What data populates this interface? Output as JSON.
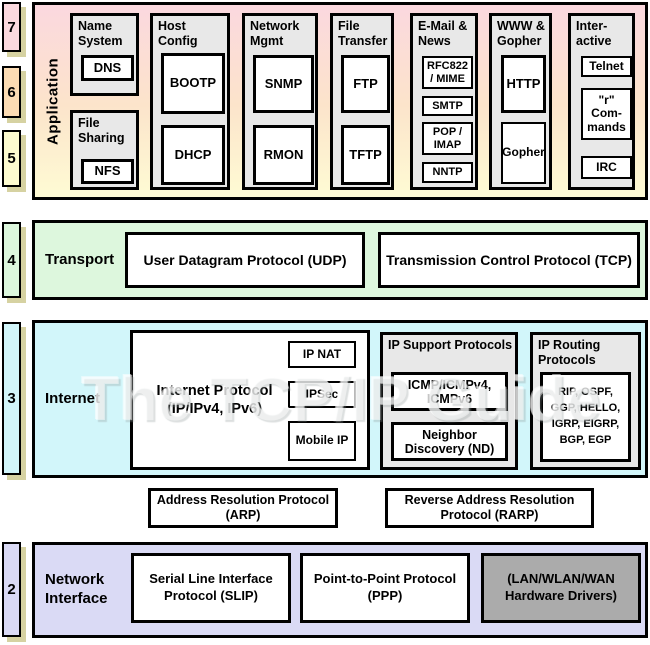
{
  "watermark": "The TCP/IP Guide",
  "layer_numbers": [
    "7",
    "6",
    "5",
    "4",
    "3",
    "2"
  ],
  "application": {
    "label": "Application",
    "groups": [
      {
        "title": "Name System",
        "protocols": [
          "DNS"
        ]
      },
      {
        "title": "File Sharing",
        "protocols": [
          "NFS"
        ]
      },
      {
        "title": "Host Config",
        "protocols": [
          "BOOTP",
          "DHCP"
        ]
      },
      {
        "title": "Network Mgmt",
        "protocols": [
          "SNMP",
          "RMON"
        ]
      },
      {
        "title": "File Transfer",
        "protocols": [
          "FTP",
          "TFTP"
        ]
      },
      {
        "title": "E-Mail & News",
        "protocols": [
          "RFC822 / MIME",
          "SMTP",
          "POP / IMAP",
          "NNTP"
        ]
      },
      {
        "title": "WWW & Gopher",
        "protocols": [
          "HTTP",
          "Gopher"
        ]
      },
      {
        "title": "Inter-active",
        "protocols": [
          "Telnet",
          "\"r\" Com-mands",
          "IRC"
        ]
      }
    ]
  },
  "transport": {
    "label": "Transport",
    "udp": "User Datagram Protocol (UDP)",
    "tcp": "Transmission Control Protocol (TCP)"
  },
  "internet": {
    "label": "Internet",
    "ip": "Internet Protocol (IP/IPv4, IPv6)",
    "ip_side": [
      "IP NAT",
      "IPSec",
      "Mobile IP"
    ],
    "support": {
      "title": "IP Support Protocols",
      "items": [
        "ICMP/ICMPv4, ICMPv6",
        "Neighbor Discovery (ND)"
      ]
    },
    "routing": {
      "title": "IP Routing Protocols",
      "list": "RIP, OSPF, GGP, HELLO, IGRP, EIGRP, BGP, EGP"
    }
  },
  "resolution": {
    "arp": "Address Resolution Protocol (ARP)",
    "rarp": "Reverse Address Resolution Protocol (RARP)"
  },
  "network_interface": {
    "label": "Network Interface",
    "slip": "Serial Line Interface Protocol (SLIP)",
    "ppp": "Point-to-Point Protocol (PPP)",
    "hw": "(LAN/WLAN/WAN Hardware Drivers)"
  },
  "colors": {
    "layer7": "#fbd9de",
    "layer6": "#fcdcb4",
    "layer5": "#fdfbd0",
    "transport": "#ddf7dd",
    "internet": "#d2f6fa",
    "network_interface": "#dadaf5",
    "app_gradient_top": "#fbd8df",
    "app_gradient_bottom": "#fefbd4",
    "group_fill": "#e8e8e8",
    "hardware_fill": "#ababab",
    "badge_shadow": "#d6d2a2",
    "border": "#000000"
  }
}
